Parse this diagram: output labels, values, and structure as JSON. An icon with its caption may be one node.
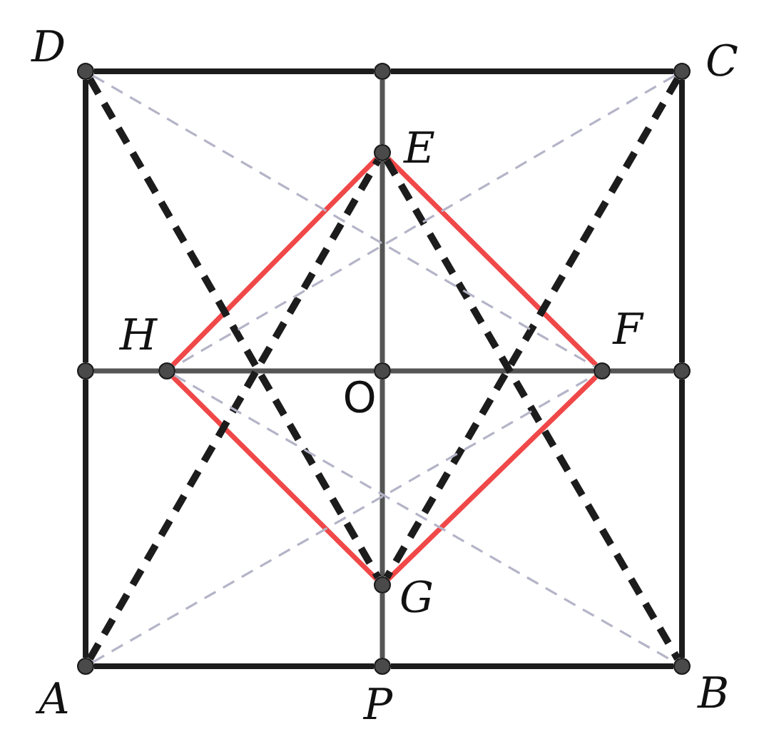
{
  "diagram": {
    "nodes": [
      {
        "text": [
          "D"
        ]
      },
      {
        "text": [],
        "shape": "circle"
      },
      {
        "text": [
          "C"
        ]
      },
      {
        "text": [
          "E"
        ]
      },
      {
        "text": [
          "H"
        ]
      },
      {
        "text": [],
        "shape": "circle"
      },
      {
        "text": [
          "O"
        ]
      },
      {
        "text": [
          "F"
        ]
      },
      {
        "text": [],
        "shape": "circle"
      },
      {
        "text": [
          "G"
        ]
      },
      {
        "text": [
          "A"
        ]
      },
      {
        "text": [
          "P"
        ]
      },
      {
        "text": [
          "B"
        ]
      }
    ],
    "edges": [
      {
        "from": 0,
        "to": 1,
        "arrow": "none"
      },
      {
        "from": 1,
        "to": 2,
        "arrow": "none"
      },
      {
        "from": 2,
        "to": 8,
        "arrow": "none"
      },
      {
        "from": 8,
        "to": 12,
        "arrow": "none"
      },
      {
        "from": 12,
        "to": 11,
        "arrow": "none"
      },
      {
        "from": 11,
        "to": 10,
        "arrow": "none"
      },
      {
        "from": 10,
        "to": 5,
        "arrow": "none"
      },
      {
        "from": 5,
        "to": 0,
        "arrow": "none"
      },
      {
        "from": 1,
        "to": 3,
        "arrow": "none",
        "color": "#555555"
      },
      {
        "from": 3,
        "to": 6,
        "arrow": "none",
        "color": "#555555"
      },
      {
        "from": 6,
        "to": 9,
        "arrow": "none",
        "color": "#555555"
      },
      {
        "from": 9,
        "to": 11,
        "arrow": "none",
        "color": "#555555"
      },
      {
        "from": 5,
        "to": 4,
        "arrow": "none",
        "color": "#555555"
      },
      {
        "from": 4,
        "to": 6,
        "arrow": "none",
        "color": "#555555"
      },
      {
        "from": 6,
        "to": 7,
        "arrow": "none",
        "color": "#555555"
      },
      {
        "from": 7,
        "to": 8,
        "arrow": "none",
        "color": "#555555"
      },
      {
        "from": 3,
        "to": 7,
        "arrow": "none",
        "color": "#f04848"
      },
      {
        "from": 7,
        "to": 9,
        "arrow": "none",
        "color": "#f04848"
      },
      {
        "from": 9,
        "to": 4,
        "arrow": "none",
        "color": "#f04848"
      },
      {
        "from": 4,
        "to": 3,
        "arrow": "none",
        "color": "#f04848"
      },
      {
        "from": 0,
        "to": 9,
        "arrow": "none",
        "style": "dashed"
      },
      {
        "from": 10,
        "to": 3,
        "arrow": "none",
        "style": "dashed"
      },
      {
        "from": 3,
        "to": 12,
        "arrow": "none",
        "style": "dashed"
      },
      {
        "from": 2,
        "to": 9,
        "arrow": "none",
        "style": "dashed"
      },
      {
        "from": 0,
        "to": 7,
        "arrow": "none",
        "style": "dashed",
        "color": "#b4b4c8"
      },
      {
        "from": 2,
        "to": 4,
        "arrow": "none",
        "style": "dashed",
        "color": "#b4b4c8"
      },
      {
        "from": 4,
        "to": 12,
        "arrow": "none",
        "style": "dashed",
        "color": "#b4b4c8"
      },
      {
        "from": 10,
        "to": 7,
        "arrow": "none",
        "style": "dashed",
        "color": "#b4b4c8"
      }
    ]
  }
}
